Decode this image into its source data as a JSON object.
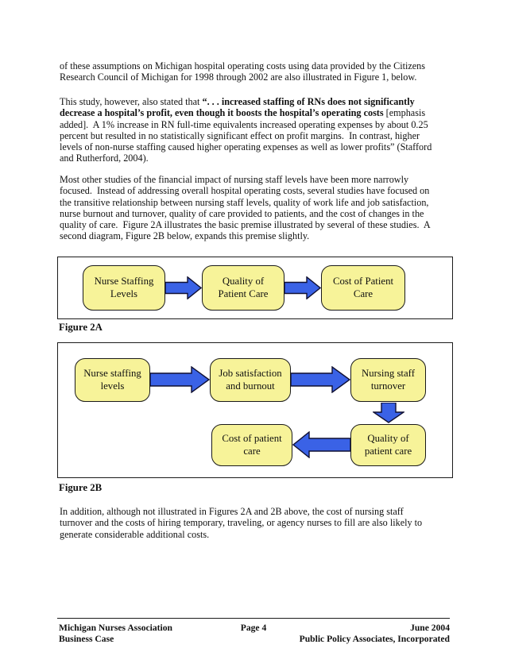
{
  "paragraphs": [
    {
      "lines": [
        [
          {
            "t": "of these assumptions on Michigan hospital operating costs using data provided by the Citizens"
          }
        ],
        [
          {
            "t": "Research Council of Michigan for 1998 through 2002 are also illustrated in Figure 1, below."
          }
        ]
      ]
    },
    {
      "lines": [
        [
          {
            "t": "This study, however, also stated that "
          },
          {
            "t": "“. . . increased staffing of RNs does not significantly",
            "b": true
          }
        ],
        [
          {
            "t": "decrease a hospital’s profit, even though it boosts the hospital’s operating costs",
            "b": true
          },
          {
            "t": " [emphasis"
          }
        ],
        [
          {
            "t": "added].  A 1% increase in RN full-time equivalents increased operating expenses by about 0.25"
          }
        ],
        [
          {
            "t": "percent but resulted in no statistically significant effect on profit margins.  In contrast, higher"
          }
        ],
        [
          {
            "t": "levels of non-nurse staffing caused higher operating expenses as well as lower profits” (Stafford"
          }
        ],
        [
          {
            "t": "and Rutherford, 2004)."
          }
        ]
      ]
    },
    {
      "lines": [
        [
          {
            "t": "Most other studies of the financial impact of nursing staff levels have been more narrowly"
          }
        ],
        [
          {
            "t": "focused.  Instead of addressing overall hospital operating costs, several studies have focused on"
          }
        ],
        [
          {
            "t": "the transitive relationship between nursing staff levels, quality of work life and job satisfaction,"
          }
        ],
        [
          {
            "t": "nurse burnout and turnover, quality of care provided to patients, and the cost of changes in the"
          }
        ],
        [
          {
            "t": "quality of care.  Figure 2A illustrates the basic premise illustrated by several of these studies.  A"
          }
        ],
        [
          {
            "t": "second diagram, Figure 2B below, expands this premise slightly."
          }
        ]
      ]
    },
    {
      "lines": [
        [
          {
            "t": "In addition, although not illustrated in Figures 2A and 2B above, the cost of nursing staff"
          }
        ],
        [
          {
            "t": "turnover and the costs of hiring temporary, traveling, or agency nurses to fill are also likely to"
          }
        ],
        [
          {
            "t": "generate considerable additional costs."
          }
        ]
      ]
    }
  ],
  "figures": {
    "fig2a": {
      "caption": "Figure 2A",
      "nodes": [
        "Nurse Staffing\nLevels",
        "Quality of\nPatient Care",
        "Cost of Patient\nCare"
      ]
    },
    "fig2b": {
      "caption": "Figure 2B",
      "nodes": [
        "Nurse staffing\nlevels",
        "Job satisfaction\nand burnout",
        "Nursing staff\nturnover",
        "Quality of\npatient care",
        "Cost of patient\ncare"
      ]
    }
  },
  "footer": {
    "org_line1": "Michigan Nurses Association",
    "org_line2": "Business Case",
    "page": "Page 4",
    "date": "June 2004",
    "company": "Public Policy Associates, Incorporated"
  },
  "colors": {
    "node_fill": "#f7f399",
    "node_border": "#1a1a1a",
    "arrow_fill": "#3a62e6",
    "arrow_outline": "#101032"
  }
}
